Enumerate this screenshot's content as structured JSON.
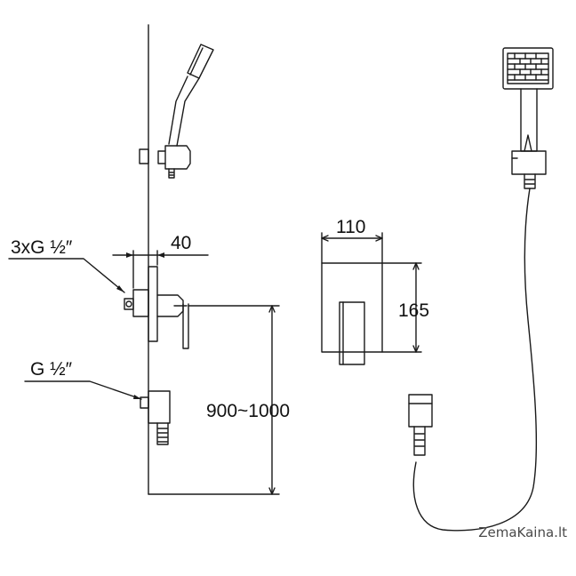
{
  "labels": {
    "inlets": "3xG ½″",
    "outlet": "G ½″",
    "depth": "40",
    "width": "110",
    "height": "165",
    "mount_height": "900~1000"
  },
  "watermark": "ZemaKaina.lt"
}
